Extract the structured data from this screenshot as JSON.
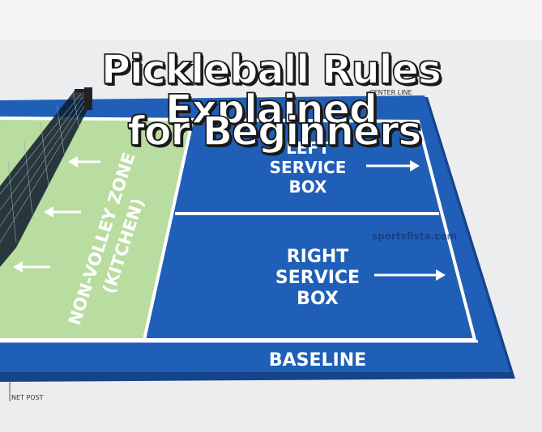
{
  "title": {
    "line1": "Pickleball Rules Explained",
    "line2": "for Beginners"
  },
  "court": {
    "zone_label_line1": "NON-VOLLEY ZONE",
    "zone_label_line2": "(KITCHEN)",
    "left_service_partial": "LEFT",
    "left_service_line1": "SERVICE",
    "left_service_line2": "BOX",
    "right_service_line1": "RIGHT",
    "right_service_line2": "SERVICE",
    "right_service_line3": "BOX",
    "baseline_label": "BASELINE",
    "center_line_label": "CENTER LINE",
    "net_post_label": "NET POST"
  },
  "watermark": "sportsfista.com",
  "colors": {
    "court_blue": "#1f5fb8",
    "kitchen_green": "#b9dca0",
    "line_white": "#ffffff",
    "background": "#ecedef"
  }
}
